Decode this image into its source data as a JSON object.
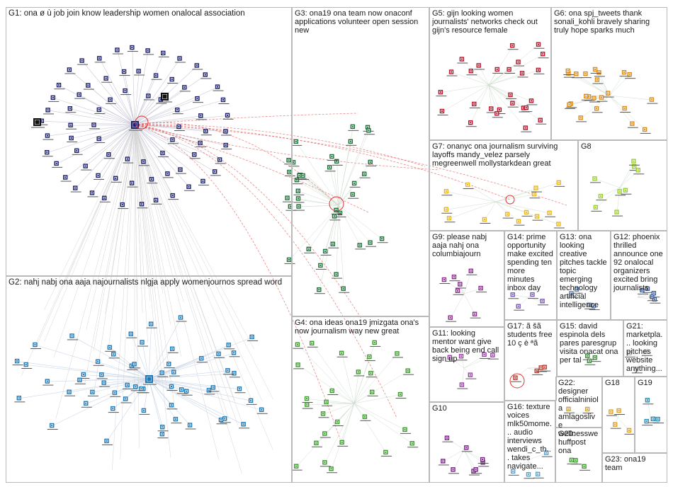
{
  "groups": [
    {
      "id": "G1",
      "label": "G1: ona ø ù job join know leadership women onalocal association",
      "color": "#1b1f6b"
    },
    {
      "id": "G2",
      "label": "G2: nahj nabj ona aaja najournalists nlgja apply womenjournos spread word",
      "color": "#1f77b4"
    },
    {
      "id": "G3",
      "label": "G3: ona19 ona team now onaconf applications volunteer open session new",
      "color": "#1f6f3a"
    },
    {
      "id": "G4",
      "label": "G4: ona ideas ona19 jmizgata ona's now journalism way new great",
      "color": "#3a9a2a"
    },
    {
      "id": "G5",
      "label": "G5: gijn looking women journalists' networks check out gijn's resource female",
      "color": "#b3162b"
    },
    {
      "id": "G6",
      "label": "G6: ona spj_tweets thank sonali_kohli bravely sharing truly hope sparks much",
      "color": "#d98a1a"
    },
    {
      "id": "G7",
      "label": "G7: onanyc ona journalism surviving layoffs mandy_velez parsely megreenwell mollystarkdean great",
      "color": "#e8b520"
    },
    {
      "id": "G8",
      "label": "G8",
      "color": "#9acd32"
    },
    {
      "id": "G9",
      "label": "G9: please nabj aaja nahj ona columbiajourn",
      "color": "#8b2b8b"
    },
    {
      "id": "G10",
      "label": "G10",
      "color": "#7a1f8a"
    },
    {
      "id": "G11",
      "label": "G11: looking mentor want give back being end call sign up",
      "color": "#9b3fa8"
    },
    {
      "id": "G12",
      "label": "G12: phoenix thrilled announce one 92 onalocal organizers excited bring journalists",
      "color": "#3d5f9a"
    },
    {
      "id": "G13",
      "label": "G13: ona looking creative pitches tackle topic emerging technology artificial intelligence",
      "color": "#5a7fb5"
    },
    {
      "id": "G14",
      "label": "G14: prime opportunity make excited spending ten more minutes inbox day",
      "color": "#7a5ab5"
    },
    {
      "id": "G15",
      "label": "G15: david espinola dels pares paresgrup visita onacat ona per tal",
      "color": "#3a8a3a"
    },
    {
      "id": "G16",
      "label": "G16: texture voices mlk50mome... audio interviews wendi_c_th... takes navigate...",
      "color": "#5aa0c8"
    },
    {
      "id": "G17",
      "label": "G17: ã šã students free 10 ç è ªã",
      "color": "#c0392b"
    },
    {
      "id": "G18",
      "label": "G18",
      "color": "#e0a020"
    },
    {
      "id": "G19",
      "label": "G19",
      "color": "#2a8ab0"
    },
    {
      "id": "G20",
      "label": "G20: huffpost ona",
      "color": "#3a9a2a"
    },
    {
      "id": "G21",
      "label": "G21: marketpla... looking pitches website anything...",
      "color": "#b5b5b5"
    },
    {
      "id": "G22",
      "label": "G22: designer officialniniola amlagoslive wellnesswe...",
      "color": "#c8a040"
    },
    {
      "id": "G23",
      "label": "G23: ona19 team",
      "color": "#2a7a8a"
    }
  ]
}
